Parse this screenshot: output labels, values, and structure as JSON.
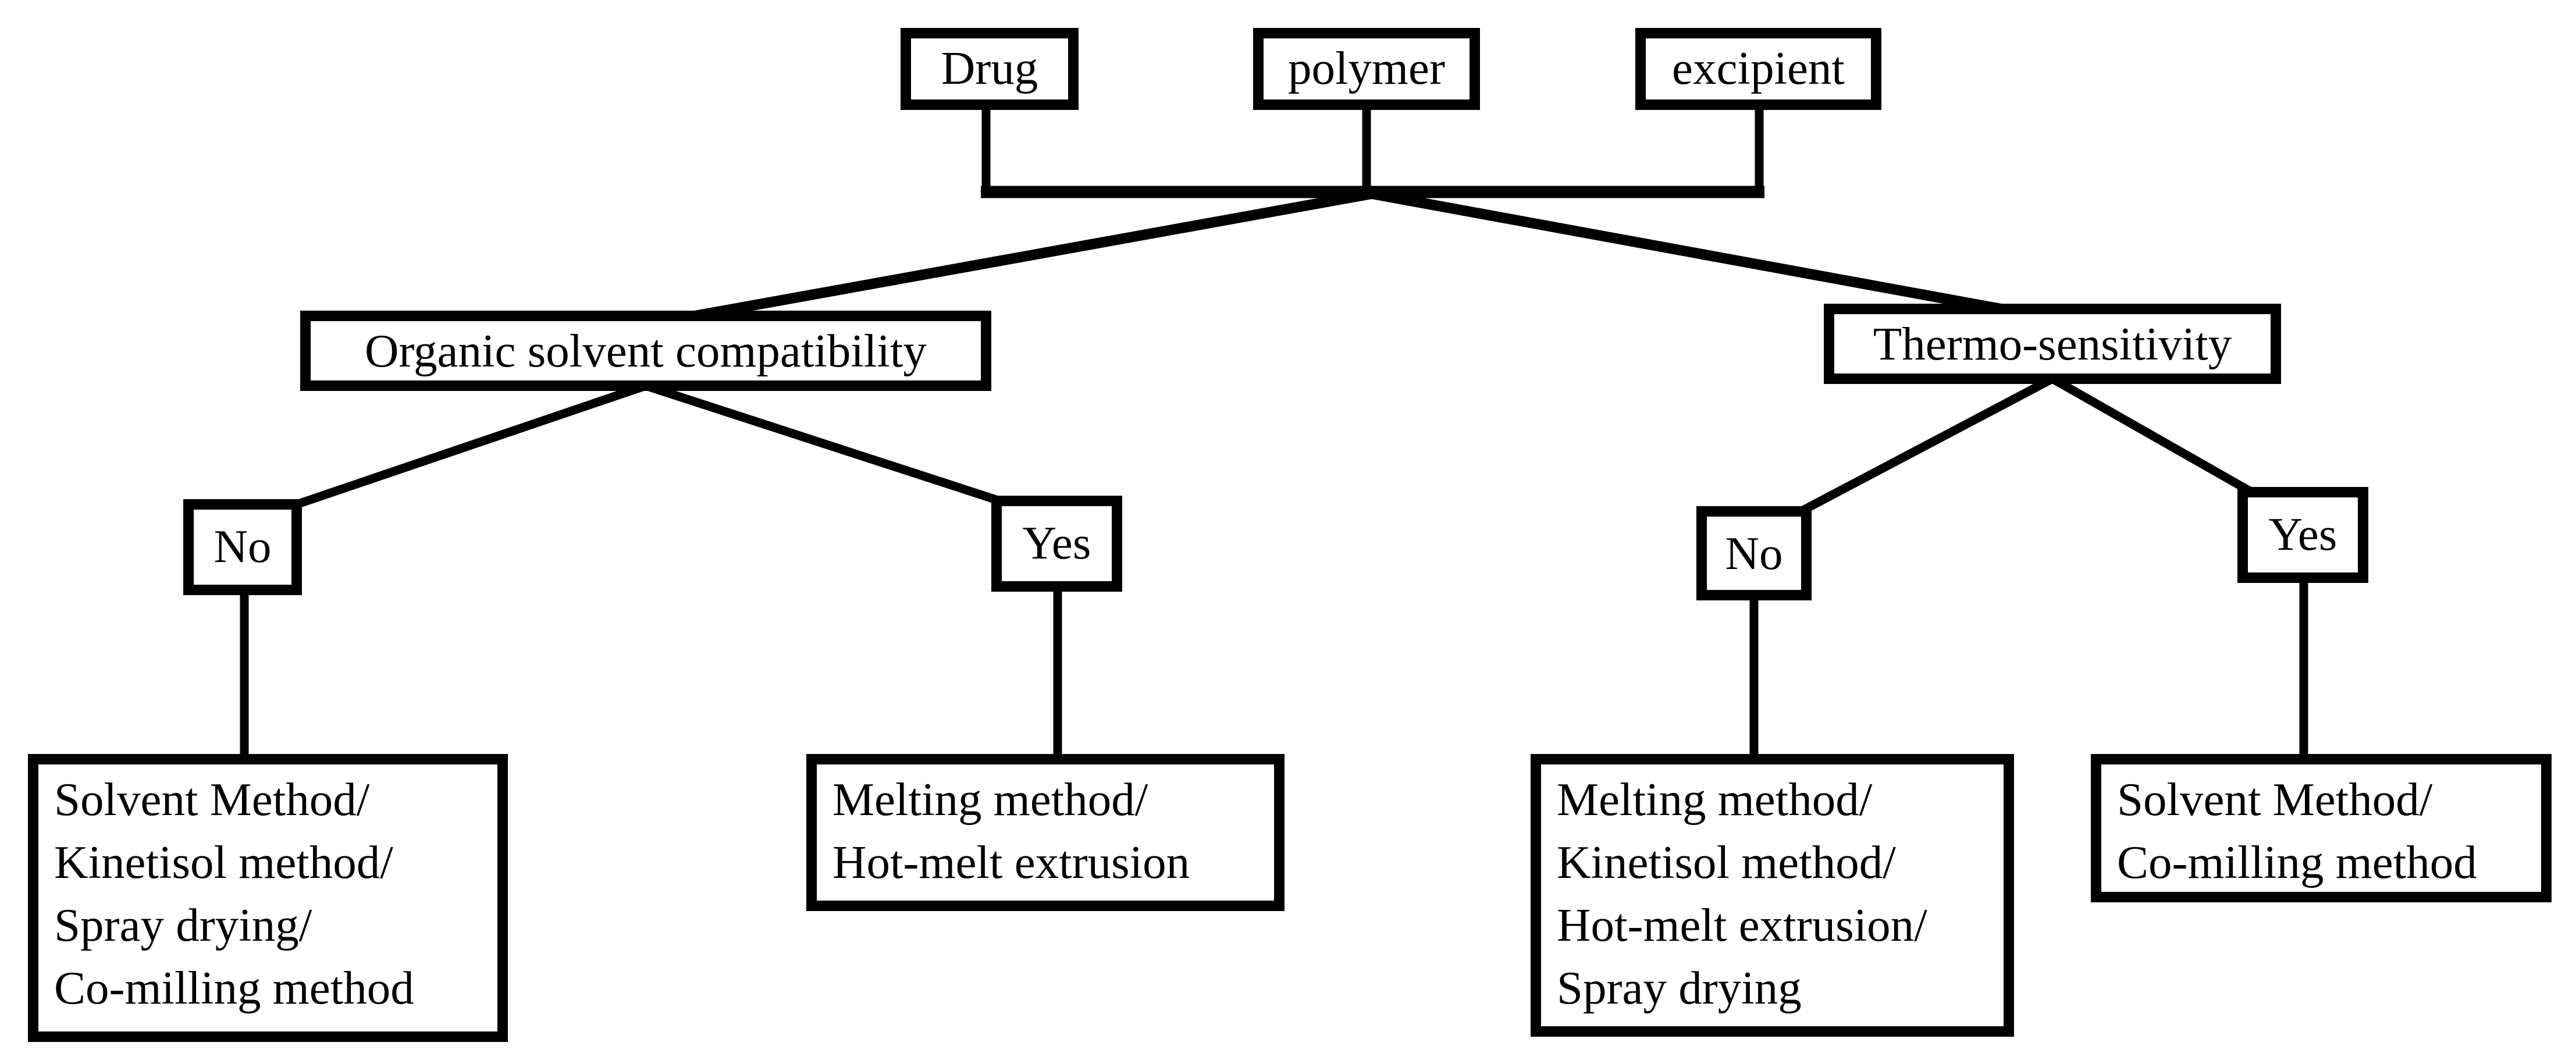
{
  "figure": {
    "background": "#ffffff",
    "line_color": "#000000",
    "text_color": "#000000",
    "inputs": [
      {
        "label": "Drug"
      },
      {
        "label": "polymer"
      },
      {
        "label": "excipient"
      }
    ],
    "branches": [
      {
        "question": "Organic solvent compatibility",
        "no": {
          "label": "No",
          "methods": [
            "Solvent Method/",
            "Kinetisol method/",
            "Spray drying/",
            "Co-milling method"
          ]
        },
        "yes": {
          "label": "Yes",
          "methods": [
            "Melting method/",
            "Hot-melt extrusion"
          ]
        }
      },
      {
        "question": "Thermo-sensitivity",
        "no": {
          "label": "No",
          "methods": [
            "Melting method/",
            "Kinetisol method/",
            "Hot-melt extrusion/",
            "Spray drying"
          ]
        },
        "yes": {
          "label": "Yes",
          "methods": [
            "Solvent Method/",
            "Co-milling method"
          ]
        }
      }
    ]
  }
}
